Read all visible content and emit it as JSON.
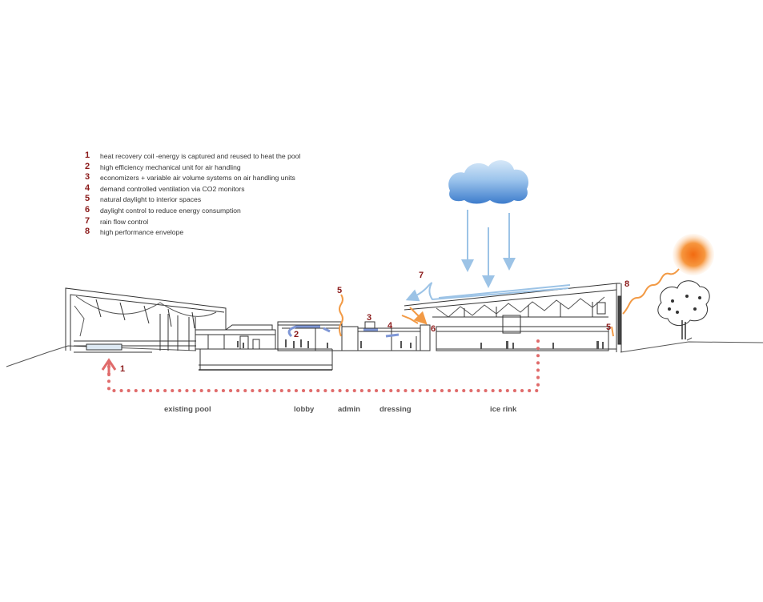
{
  "legend": [
    {
      "num": "1",
      "text": "heat recovery coil -energy is captured and reused to heat the pool"
    },
    {
      "num": "2",
      "text": "high efficiency mechanical unit for air handling"
    },
    {
      "num": "3",
      "text": "economizers + variable air volume systems on air handling units"
    },
    {
      "num": "4",
      "text": "demand controlled ventilation via CO2 monitors"
    },
    {
      "num": "5",
      "text": "natural daylight to interior spaces"
    },
    {
      "num": "6",
      "text": "daylight control to reduce energy consumption"
    },
    {
      "num": "7",
      "text": "rain flow control"
    },
    {
      "num": "8",
      "text": "high performance envelope"
    }
  ],
  "spaces": {
    "existing_pool": "existing pool",
    "lobby": "lobby",
    "admin": "admin",
    "dressing": "dressing",
    "ice_rink": "ice rink"
  },
  "markers": {
    "m1": "1",
    "m2": "2",
    "m3": "3",
    "m4": "4",
    "m5a": "5",
    "m5b": "5",
    "m6": "6",
    "m7": "7",
    "m8": "8"
  },
  "colors": {
    "legend_number": "#8b1a1a",
    "heat_loop": "#e06b6b",
    "daylight": "#f4a04a",
    "air_flow": "#7f97d6",
    "rain": "#9cc3e6",
    "cloud_top": "#cfe3f6",
    "cloud_bottom": "#3f7fd0",
    "sun": "#f47a1f",
    "line": "#333333"
  },
  "icons": [
    "cloud-icon",
    "sun-icon",
    "tree-icon"
  ]
}
